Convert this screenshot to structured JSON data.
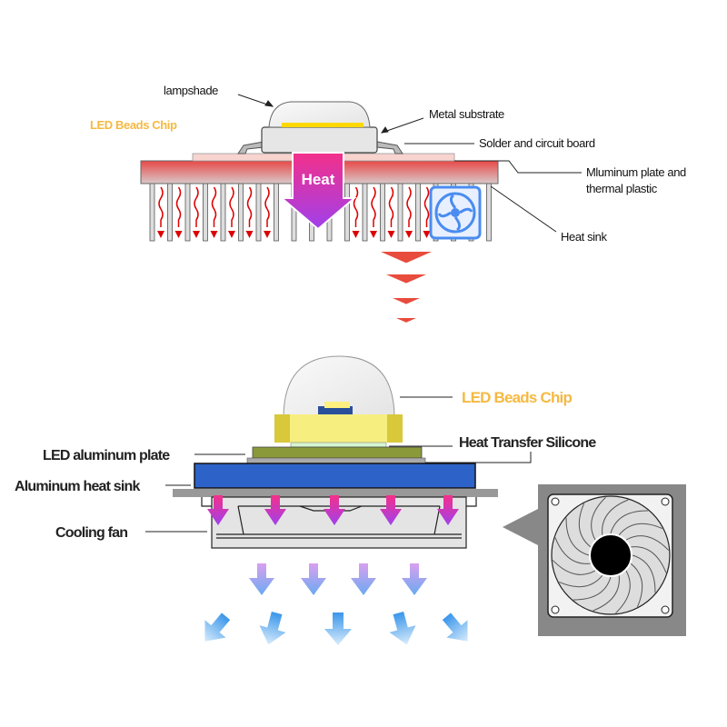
{
  "top": {
    "labels": {
      "lampshade": "lampshade",
      "led_beads_chip": "LED Beads Chip",
      "metal_substrate": "Metal substrate",
      "solder": "Solder and circuit board",
      "aluminum_line1": "Mluminum plate and",
      "aluminum_line2": "thermal plastic",
      "heat_sink": "Heat sink",
      "heat": "Heat"
    }
  },
  "bottom": {
    "labels": {
      "led_beads_chip": "LED Beads Chip",
      "heat_transfer_silicone": "Heat Transfer Silicone",
      "led_aluminum_plate": "LED aluminum plate",
      "aluminum_heat_sink": "Aluminum heat sink",
      "cooling_fan": "Cooling fan"
    }
  },
  "colors": {
    "accent_orange": "#f5b942",
    "heat_red": "#e84c3d",
    "heat_pink": "#f0308a",
    "heat_purple": "#a040e8",
    "sink_blue": "#2d63c8",
    "air_blue": "#5aaaf0",
    "fan_icon_blue": "#4a8cf0"
  },
  "icons": [
    "fan-icon",
    "heat-arrow-icon",
    "airflow-arrow-icon",
    "fan-closeup"
  ]
}
